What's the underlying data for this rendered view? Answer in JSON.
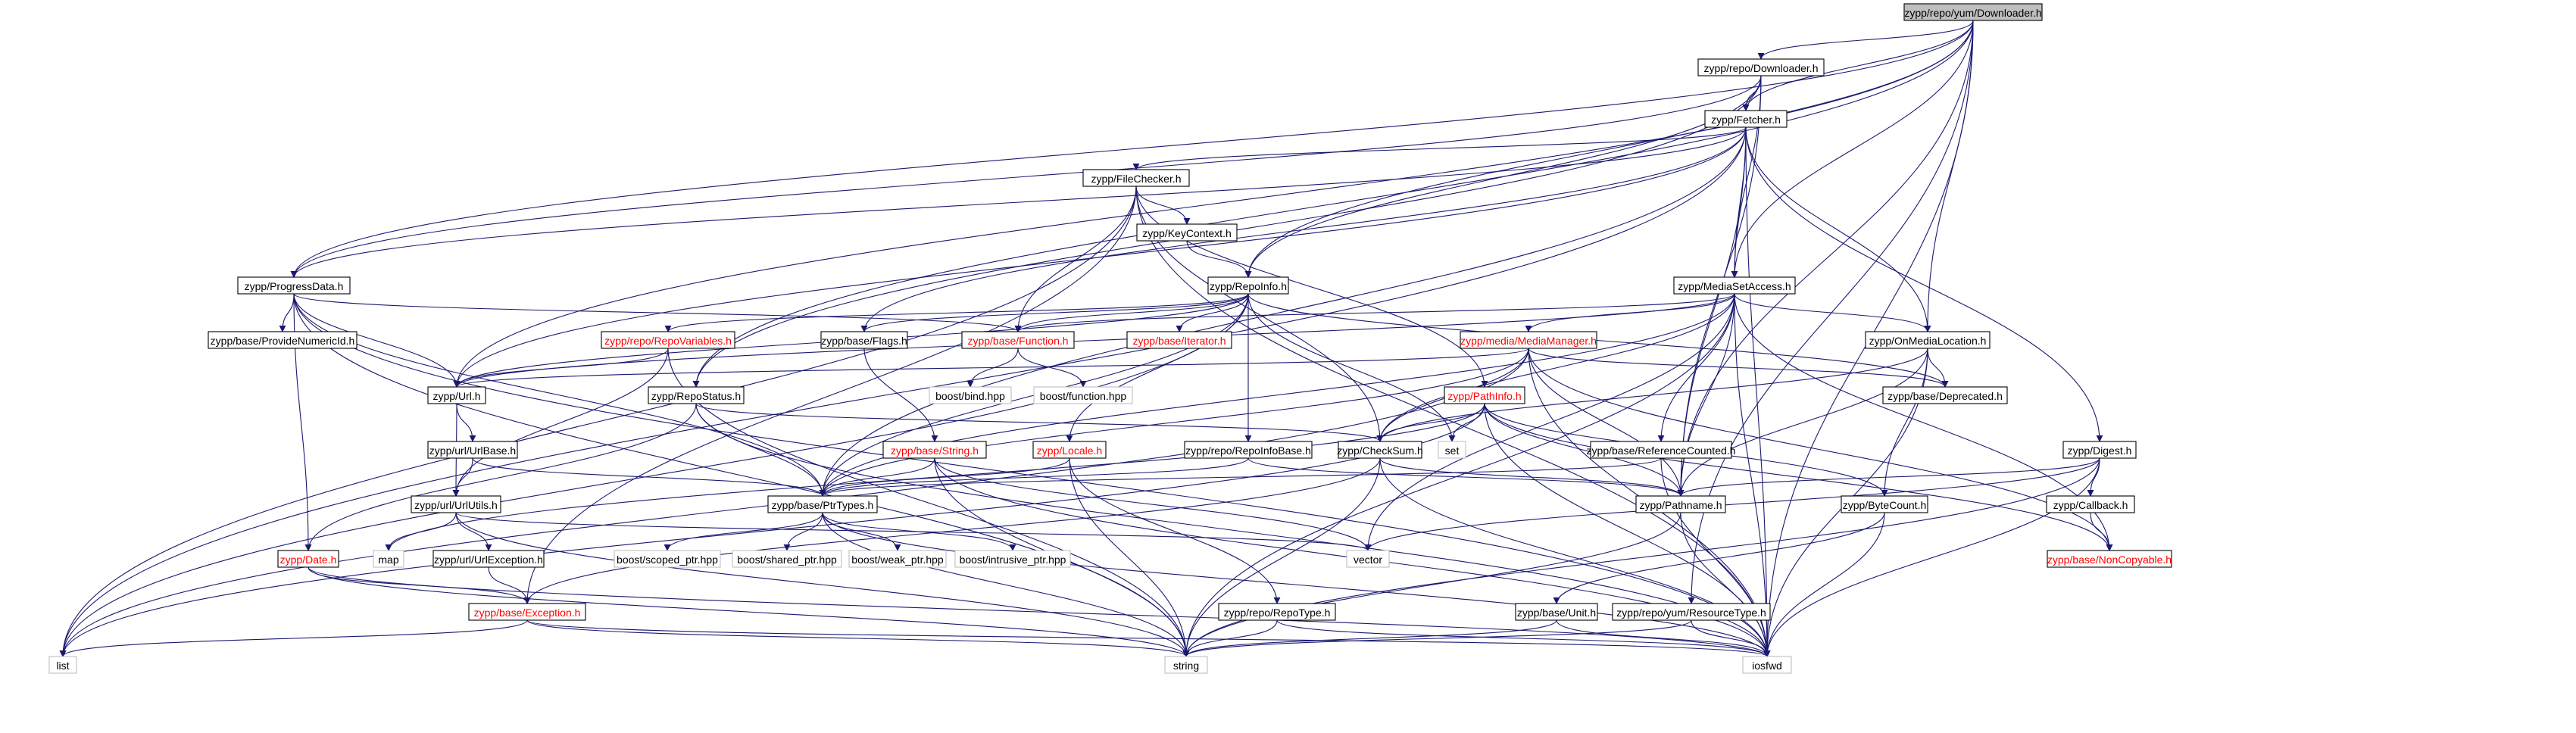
{
  "colors": {
    "edge": "#191970",
    "root_fill": "#bfbfbf",
    "node_border": "#000000",
    "missing_border": "#bfbfbf",
    "red_text": "#ff0000"
  },
  "nodes": [
    {
      "id": "downloader_yum",
      "label": "zypp/repo/yum/Downloader.h",
      "kind": "root"
    },
    {
      "id": "downloader",
      "label": "zypp/repo/Downloader.h",
      "kind": "black"
    },
    {
      "id": "fetcher",
      "label": "zypp/Fetcher.h",
      "kind": "black"
    },
    {
      "id": "filechecker",
      "label": "zypp/FileChecker.h",
      "kind": "black"
    },
    {
      "id": "keycontext",
      "label": "zypp/KeyContext.h",
      "kind": "black"
    },
    {
      "id": "progressdata",
      "label": "zypp/ProgressData.h",
      "kind": "black"
    },
    {
      "id": "repoinfo",
      "label": "zypp/RepoInfo.h",
      "kind": "black"
    },
    {
      "id": "mediasetaccess",
      "label": "zypp/MediaSetAccess.h",
      "kind": "black"
    },
    {
      "id": "providenumeric",
      "label": "zypp/base/ProvideNumericId.h",
      "kind": "black"
    },
    {
      "id": "repovariables",
      "label": "zypp/repo/RepoVariables.h",
      "kind": "red"
    },
    {
      "id": "flags",
      "label": "zypp/base/Flags.h",
      "kind": "black"
    },
    {
      "id": "function",
      "label": "zypp/base/Function.h",
      "kind": "red"
    },
    {
      "id": "iterator",
      "label": "zypp/base/Iterator.h",
      "kind": "red"
    },
    {
      "id": "mediamanager",
      "label": "zypp/media/MediaManager.h",
      "kind": "red"
    },
    {
      "id": "onmedialocation",
      "label": "zypp/OnMediaLocation.h",
      "kind": "black"
    },
    {
      "id": "url",
      "label": "zypp/Url.h",
      "kind": "black"
    },
    {
      "id": "repostatus",
      "label": "zypp/RepoStatus.h",
      "kind": "black"
    },
    {
      "id": "boostbind",
      "label": "boost/bind.hpp",
      "kind": "missing"
    },
    {
      "id": "boostfunction",
      "label": "boost/function.hpp",
      "kind": "missing"
    },
    {
      "id": "pathinfo",
      "label": "zypp/PathInfo.h",
      "kind": "red"
    },
    {
      "id": "deprecated",
      "label": "zypp/base/Deprecated.h",
      "kind": "black"
    },
    {
      "id": "urlbase",
      "label": "zypp/url/UrlBase.h",
      "kind": "black"
    },
    {
      "id": "string",
      "label": "zypp/base/String.h",
      "kind": "red"
    },
    {
      "id": "locale",
      "label": "zypp/Locale.h",
      "kind": "red"
    },
    {
      "id": "repoinfobase",
      "label": "zypp/repo/RepoInfoBase.h",
      "kind": "black"
    },
    {
      "id": "checksum",
      "label": "zypp/CheckSum.h",
      "kind": "black"
    },
    {
      "id": "set",
      "label": "set",
      "kind": "missing"
    },
    {
      "id": "refcounted",
      "label": "zypp/base/ReferenceCounted.h",
      "kind": "black"
    },
    {
      "id": "digest",
      "label": "zypp/Digest.h",
      "kind": "black"
    },
    {
      "id": "urlutils",
      "label": "zypp/url/UrlUtils.h",
      "kind": "black"
    },
    {
      "id": "ptrtypes",
      "label": "zypp/base/PtrTypes.h",
      "kind": "black"
    },
    {
      "id": "pathname",
      "label": "zypp/Pathname.h",
      "kind": "black"
    },
    {
      "id": "bytecount",
      "label": "zypp/ByteCount.h",
      "kind": "black"
    },
    {
      "id": "callback",
      "label": "zypp/Callback.h",
      "kind": "black"
    },
    {
      "id": "map",
      "label": "map",
      "kind": "missing"
    },
    {
      "id": "urlexception",
      "label": "zypp/url/UrlException.h",
      "kind": "black"
    },
    {
      "id": "date",
      "label": "zypp/Date.h",
      "kind": "red"
    },
    {
      "id": "scopedptr",
      "label": "boost/scoped_ptr.hpp",
      "kind": "missing"
    },
    {
      "id": "sharedptr",
      "label": "boost/shared_ptr.hpp",
      "kind": "missing"
    },
    {
      "id": "weakptr",
      "label": "boost/weak_ptr.hpp",
      "kind": "missing"
    },
    {
      "id": "intrusiveptr",
      "label": "boost/intrusive_ptr.hpp",
      "kind": "missing"
    },
    {
      "id": "vector",
      "label": "vector",
      "kind": "missing"
    },
    {
      "id": "noncopyable",
      "label": "zypp/base/NonCopyable.h",
      "kind": "red"
    },
    {
      "id": "exception",
      "label": "zypp/base/Exception.h",
      "kind": "red"
    },
    {
      "id": "repotype",
      "label": "zypp/repo/RepoType.h",
      "kind": "black"
    },
    {
      "id": "unit",
      "label": "zypp/base/Unit.h",
      "kind": "black"
    },
    {
      "id": "resourcetype",
      "label": "zypp/repo/yum/ResourceType.h",
      "kind": "black"
    },
    {
      "id": "list",
      "label": "list",
      "kind": "missing"
    },
    {
      "id": "stdstring",
      "label": "string",
      "kind": "missing"
    },
    {
      "id": "iosfwd",
      "label": "iosfwd",
      "kind": "missing"
    }
  ]
}
